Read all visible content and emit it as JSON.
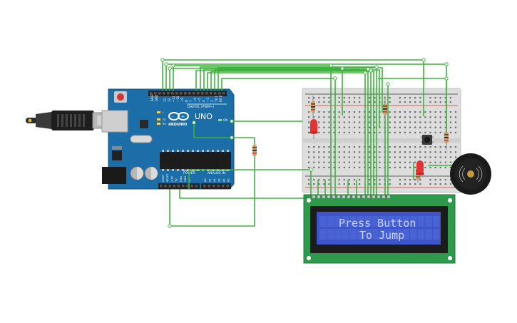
{
  "board": {
    "brand": "ARDUINO",
    "model": "UNO",
    "on_label": "ON",
    "digital_label": "DIGITAL (PWM~)",
    "power_label": "POWER",
    "analog_label": "ANALOG IN",
    "aref_label": "AREF",
    "gnd_label": "GND",
    "tx_label": "TX",
    "rx_label": "RX",
    "l_label": "L",
    "digital_pins": [
      "13",
      "12",
      "~11",
      "~10",
      "~9",
      "8",
      "7",
      "~6",
      "~5",
      "4",
      "~3",
      "2",
      "TX 1",
      "RX 0"
    ],
    "power_pins": [
      "IOREF",
      "RESET",
      "3.3V",
      "5V",
      "GND",
      "GND",
      "Vin"
    ],
    "analog_pins": [
      "A0",
      "A1",
      "A2",
      "A3",
      "A4",
      "A5"
    ]
  },
  "lcd": {
    "line1": "Press Button",
    "line2": "To Jump"
  },
  "colors": {
    "wire": "#3fb23f",
    "board": "#1b6ea8",
    "lcd_pcb": "#2f9a4b",
    "lcd_screen": "#3d55c8",
    "lcd_text": "#c8d4ff",
    "breadboard": "#dddddd",
    "led": "#e53333",
    "buzzer": "#1a1a1a"
  }
}
